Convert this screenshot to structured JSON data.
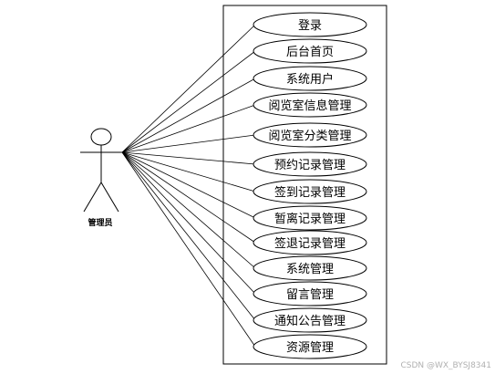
{
  "actor": {
    "label": "管理员",
    "icon": "stick-figure-icon"
  },
  "use_cases": [
    "登录",
    "后台首页",
    "系统用户",
    "阅览室信息管理",
    "阅览室分类管理",
    "预约记录管理",
    "签到记录管理",
    "暂离记录管理",
    "签退记录管理",
    "系统管理",
    "留言管理",
    "通知公告管理",
    "资源管理"
  ],
  "watermark": "CSDN @WX_BYSJ8341",
  "colors": {
    "line": "#000000",
    "background": "#ffffff",
    "watermark": "#b0b0b0"
  }
}
